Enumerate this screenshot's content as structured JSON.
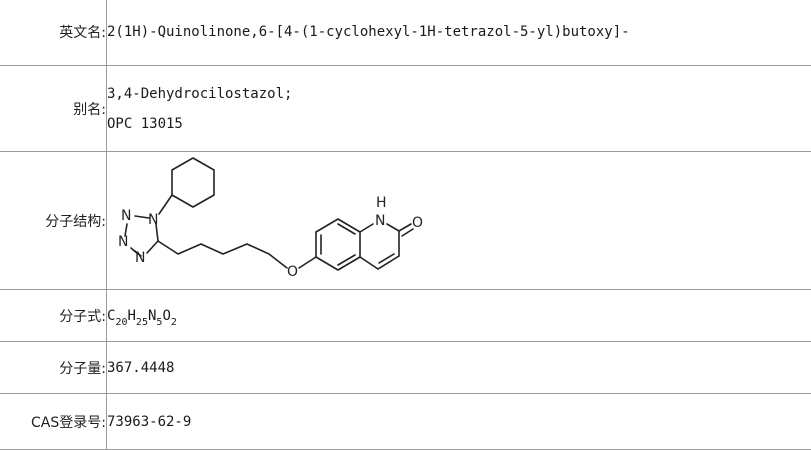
{
  "rows": {
    "english_name": {
      "label": "英文名:",
      "value": "2(1H)-Quinolinone,6-[4-(1-cyclohexyl-1H-tetrazol-5-yl)butoxy]-"
    },
    "synonyms": {
      "label": "别名:",
      "values": [
        "3,4-Dehydrocilostazol;",
        "OPC 13015"
      ]
    },
    "structure": {
      "label": "分子结构:",
      "atoms": {
        "n1": "N",
        "n2": "N",
        "n3": "N",
        "n4": "N",
        "n_h": "N",
        "h": "H",
        "o_ether": "O",
        "o_carbonyl": "O"
      }
    },
    "formula": {
      "label": "分子式:",
      "parts": [
        {
          "text": "C",
          "sub": "20"
        },
        {
          "text": "H",
          "sub": "25"
        },
        {
          "text": "N",
          "sub": "5"
        },
        {
          "text": "O",
          "sub": "2"
        }
      ]
    },
    "mol_weight": {
      "label": "分子量:",
      "value": "367.4448"
    },
    "cas": {
      "label": "CAS登录号:",
      "value": "73963-62-9"
    }
  }
}
